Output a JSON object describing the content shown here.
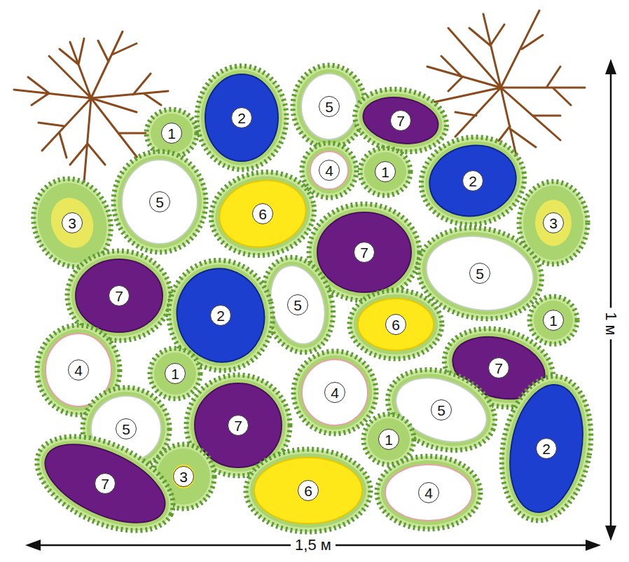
{
  "diagram": {
    "nodes": [
      {
        "text": [
          "1"
        ]
      },
      {
        "text": [
          "2"
        ]
      },
      {
        "text": [
          "5"
        ]
      },
      {
        "text": [
          "7"
        ]
      },
      {
        "text": [
          "4"
        ]
      },
      {
        "text": [
          "1"
        ]
      },
      {
        "text": [
          "2"
        ]
      },
      {
        "text": [
          "5"
        ]
      },
      {
        "text": [
          "6"
        ]
      },
      {
        "text": [
          "3"
        ]
      },
      {
        "text": [
          "3"
        ]
      },
      {
        "text": [
          "7"
        ]
      },
      {
        "text": [
          "5"
        ]
      },
      {
        "text": [
          "7"
        ]
      },
      {
        "text": [
          "5"
        ]
      },
      {
        "text": [
          "2"
        ]
      },
      {
        "text": [
          "1"
        ]
      },
      {
        "text": [
          "6"
        ]
      },
      {
        "text": [
          "7"
        ]
      },
      {
        "text": [
          "4"
        ]
      },
      {
        "text": [
          "1"
        ]
      },
      {
        "text": [
          "4"
        ]
      },
      {
        "text": [
          "5"
        ]
      },
      {
        "text": [
          "5"
        ]
      },
      {
        "text": [
          "7"
        ]
      },
      {
        "text": [
          "1"
        ]
      },
      {
        "text": [
          "2"
        ]
      },
      {
        "text": [
          "3"
        ]
      },
      {
        "text": [
          "7"
        ]
      },
      {
        "text": [
          "6"
        ]
      },
      {
        "text": [
          "4"
        ]
      }
    ],
    "labels": [
      "1 м",
      "1,5 м"
    ]
  }
}
